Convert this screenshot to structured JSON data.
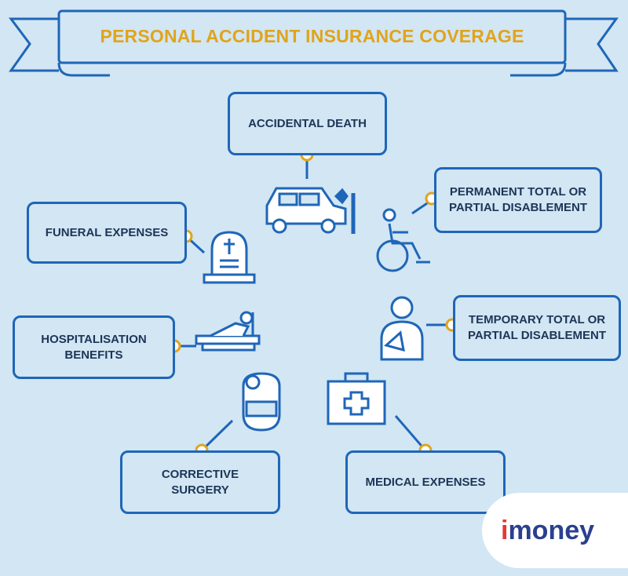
{
  "title": "PERSONAL ACCIDENT INSURANCE COVERAGE",
  "nodes": {
    "accidental_death": "ACCIDENTAL DEATH",
    "permanent_disablement": "PERMANENT TOTAL OR\nPARTIAL DISABLEMENT",
    "funeral_expenses": "FUNERAL EXPENSES",
    "temporary_disablement": "TEMPORARY TOTAL OR\nPARTIAL DISABLEMENT",
    "hospitalisation": "HOSPITALISATION\nBENEFITS",
    "corrective_surgery": "CORRECTIVE\nSURGERY",
    "medical_expenses": "MEDICAL EXPENSES"
  },
  "logo": {
    "text": "money"
  },
  "colors": {
    "background": "#d2e6f3",
    "line": "#1f66b8",
    "accent": "#e0a41c",
    "text": "#1d3557"
  },
  "icons": [
    "car-crash-icon",
    "wheelchair-icon",
    "tombstone-icon",
    "arm-sling-person-icon",
    "hospital-bed-icon",
    "surgeon-icon",
    "first-aid-kit-icon"
  ]
}
